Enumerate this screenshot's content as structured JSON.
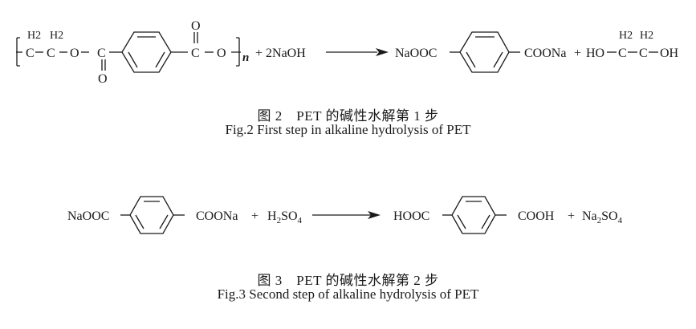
{
  "figure2": {
    "reaction": {
      "reactant_polymer": {
        "bracket_left": "[",
        "h2_a": "H2",
        "h2_b": "H2",
        "chain": [
          "C",
          "C",
          "O",
          "C"
        ],
        "carbonyl_o_bottom": "O",
        "carbonyl_o_top": "O",
        "c_right": "C",
        "o_right": "O",
        "subscript": "n"
      },
      "plus_reagent": "+ 2NaOH",
      "product1_left": "NaOOC",
      "product1_right": "COONa",
      "plus2": "+",
      "product2": {
        "ho": "HO",
        "c1": "C",
        "c2": "C",
        "oh": "OH",
        "h2_a": "H2",
        "h2_b": "H2"
      }
    },
    "caption_cn": "图 2　PET 的碱性水解第 1 步",
    "caption_en": "Fig.2 First step in alkaline hydrolysis of PET"
  },
  "figure3": {
    "reaction": {
      "reactant_left": "NaOOC",
      "reactant_right": "COONa",
      "plus1": "+",
      "reagent": "H2SO4",
      "product_left": "HOOC",
      "product_right": "COOH",
      "plus2": "+",
      "byproduct": "Na2SO4"
    },
    "caption_cn": "图 3　PET 的碱性水解第 2 步",
    "caption_en": "Fig.3 Second step of alkaline hydrolysis of PET"
  }
}
